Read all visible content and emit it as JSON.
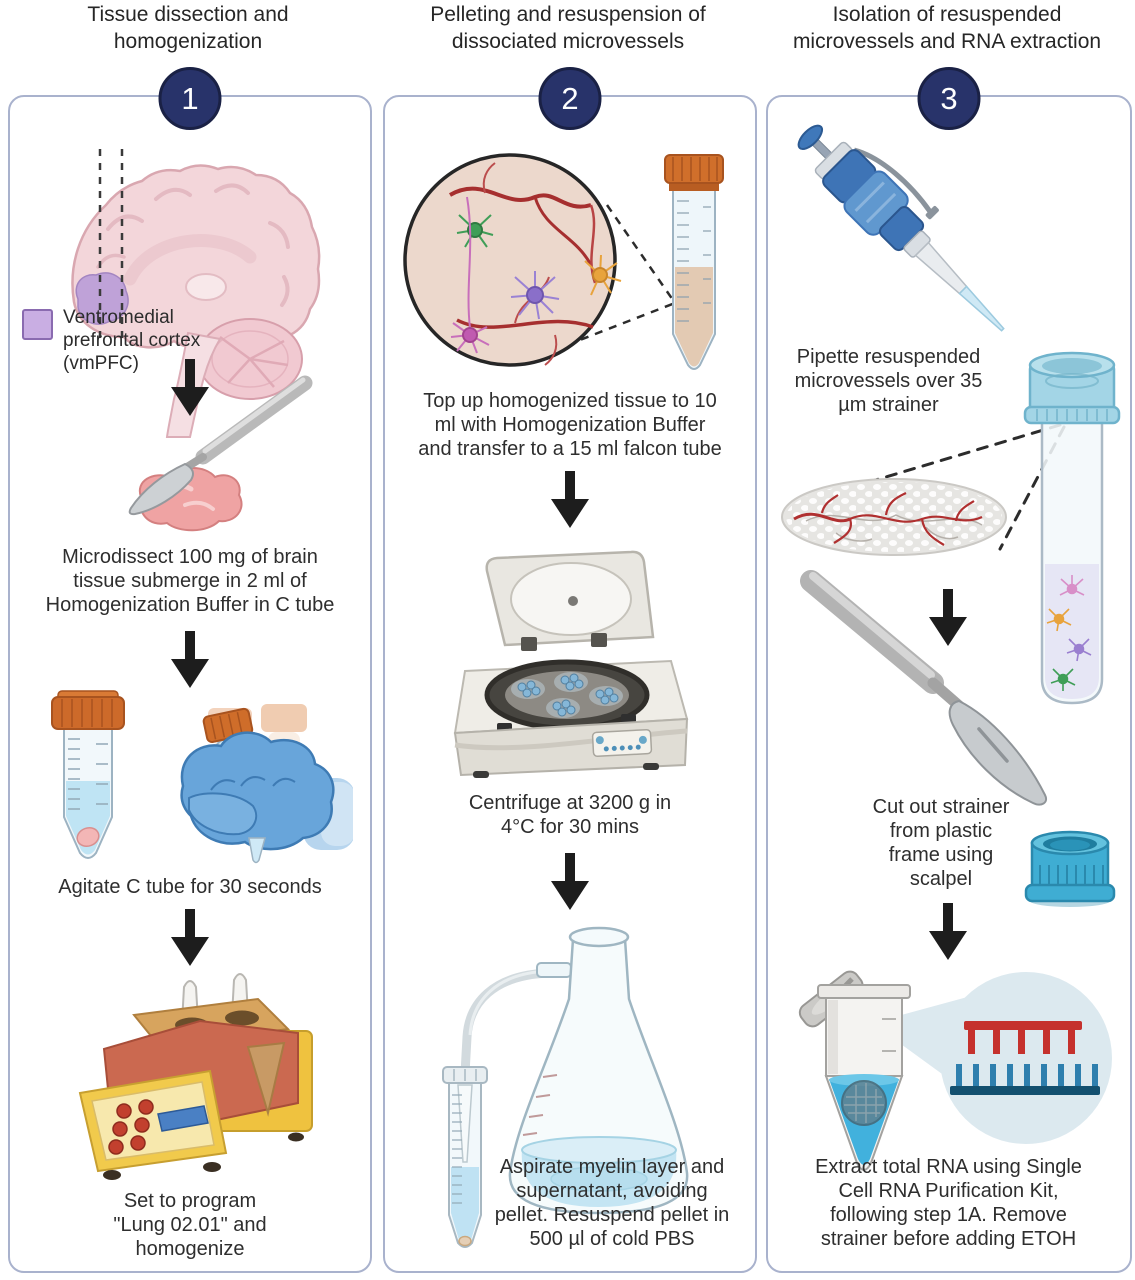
{
  "palette": {
    "panel_border": "#a9b2cd",
    "step_badge_fill": "#28336a",
    "step_badge_border": "#1a2145",
    "text": "#2e2e2e",
    "arrow": "#1d1d1d",
    "vmpfc_purple": "#c9aee3",
    "orange_cap": "#cd6a2a",
    "liquid_blue": "#bfe4f4",
    "glove_blue": "#68a5da",
    "strainer_teal": "#3fadd3",
    "rna_red": "#c5312d",
    "rna_blue": "#2e7fae"
  },
  "columns": [
    {
      "badge": "1",
      "title": "Tissue dissection and\nhomogenization",
      "legend_label": "Ventromedial\nprefrontal cortex\n(vmPFC)",
      "captions": {
        "microdissect": "Microdissect 100 mg of brain\ntissue submerge in 2 ml of\nHomogenization Buffer in C tube",
        "agitate": "Agitate C tube for 30 seconds",
        "homogenize": "Set to program\n\"Lung 02.01\" and\nhomogenize"
      },
      "illustrations": [
        "brain-vmpfc",
        "scalpel-and-tissue",
        "c-tube",
        "gloved-hand-shaking-tube",
        "homogenizer"
      ]
    },
    {
      "badge": "2",
      "title": "Pelleting and resuspension of\ndissociated microvessels",
      "captions": {
        "top_up": "Top up homogenized tissue to 10\nml with Homogenization Buffer\nand transfer to a 15 ml falcon tube",
        "centrifuge": "Centrifuge at 3200 g in\n4°C for 30 mins",
        "aspirate": "Aspirate myelin layer and\nsupernatant, avoiding\npellet. Resuspend pellet in\n500 µl of cold PBS"
      },
      "illustrations": [
        "microvessels-magnified-view",
        "falcon-tube-15ml",
        "centrifuge",
        "aspiration-flask-and-tube"
      ]
    },
    {
      "badge": "3",
      "title": "Isolation of resuspended\nmicrovessels and RNA extraction",
      "captions": {
        "pipette": "Pipette resuspended\nmicrovessels over 35\nµm strainer",
        "cut": "Cut out strainer\nfrom plastic\nframe using\nscalpel",
        "extract": "Extract total RNA using Single\nCell RNA Purification Kit,\nfollowing step 1A. Remove\nstrainer before adding ETOH"
      },
      "illustrations": [
        "micropipette",
        "strainer-capped-tube",
        "strainer-mesh-microvessels",
        "scalpel",
        "strainer-cap",
        "eppendorf-rna-magnifier"
      ]
    }
  ]
}
